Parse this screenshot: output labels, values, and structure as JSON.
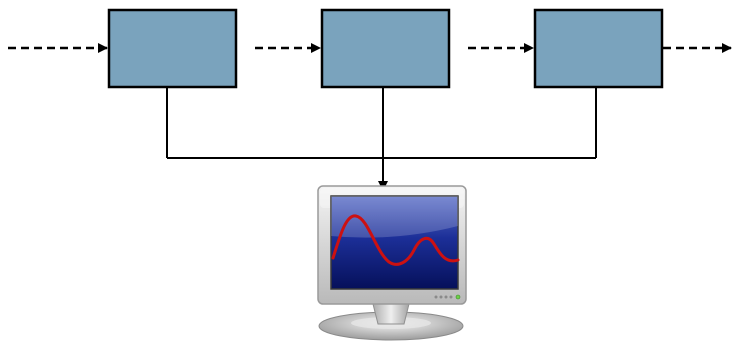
{
  "diagram": {
    "blocks": [
      {
        "id": "stage-1"
      },
      {
        "id": "stage-2"
      },
      {
        "id": "stage-3"
      }
    ],
    "flow": [
      {
        "from": "input",
        "to": "stage-1",
        "style": "dashed"
      },
      {
        "from": "stage-1",
        "to": "stage-2",
        "style": "dashed"
      },
      {
        "from": "stage-2",
        "to": "stage-3",
        "style": "dashed"
      },
      {
        "from": "stage-3",
        "to": "output",
        "style": "dashed"
      }
    ],
    "taps": [
      {
        "from": "stage-1",
        "to": "monitor"
      },
      {
        "from": "stage-2",
        "to": "monitor"
      },
      {
        "from": "stage-3",
        "to": "monitor"
      }
    ],
    "icons": [
      "computer-monitor-icon"
    ],
    "colors": {
      "block_fill": "#7aa3bd",
      "block_stroke": "#000000",
      "line": "#000000",
      "screen": "#0c1a7a",
      "waveform": "#cc1111",
      "monitor_bezel": "#d8d8d8"
    }
  }
}
